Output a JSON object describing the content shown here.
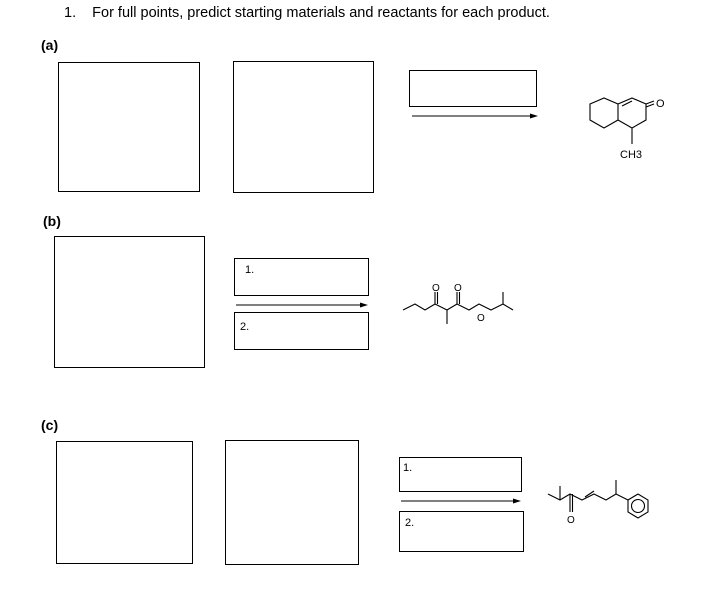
{
  "heading": {
    "number": "1.",
    "text": "For full points, predict starting materials and reactants for each product."
  },
  "parts": {
    "a": {
      "label": "(a)",
      "product_group_label": "CH3"
    },
    "b": {
      "label": "(b)",
      "step1": "1.",
      "step2": "2.",
      "product_atom_o": "O"
    },
    "c": {
      "label": "(c)",
      "step1": "1.",
      "step2": "2.",
      "product_atom_o": "O"
    }
  }
}
